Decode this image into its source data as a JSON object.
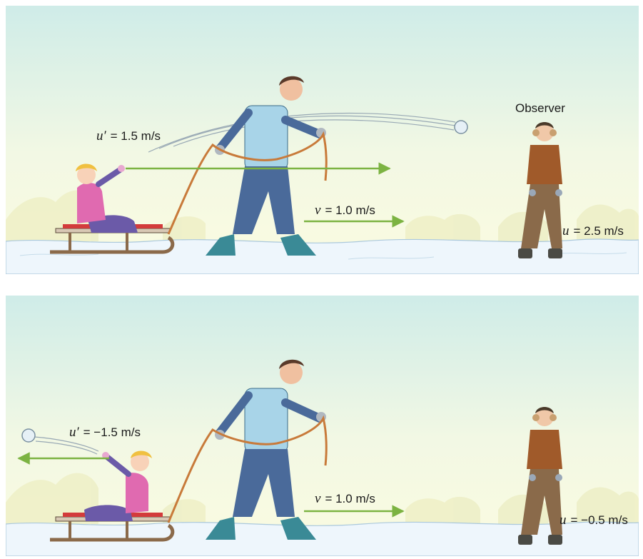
{
  "top_scene": {
    "observer_title": "Observer",
    "u_prime": {
      "symbol": "u′",
      "value": "= 1.5 m/s"
    },
    "v": {
      "symbol": "v",
      "value": "= 1.0 m/s"
    },
    "u": {
      "symbol": "u",
      "value": "= 2.5 m/s"
    }
  },
  "bottom_scene": {
    "u_prime": {
      "symbol": "u′",
      "value": "= −1.5 m/s"
    },
    "v": {
      "symbol": "v",
      "value": "= 1.0 m/s"
    },
    "u": {
      "symbol": "u",
      "value": "= −0.5 m/s"
    }
  },
  "colors": {
    "arrow": "#7cb342",
    "sky_top": "#d4eeea",
    "sky_bottom": "#fbfbe2",
    "snow": "#eef6fc"
  }
}
